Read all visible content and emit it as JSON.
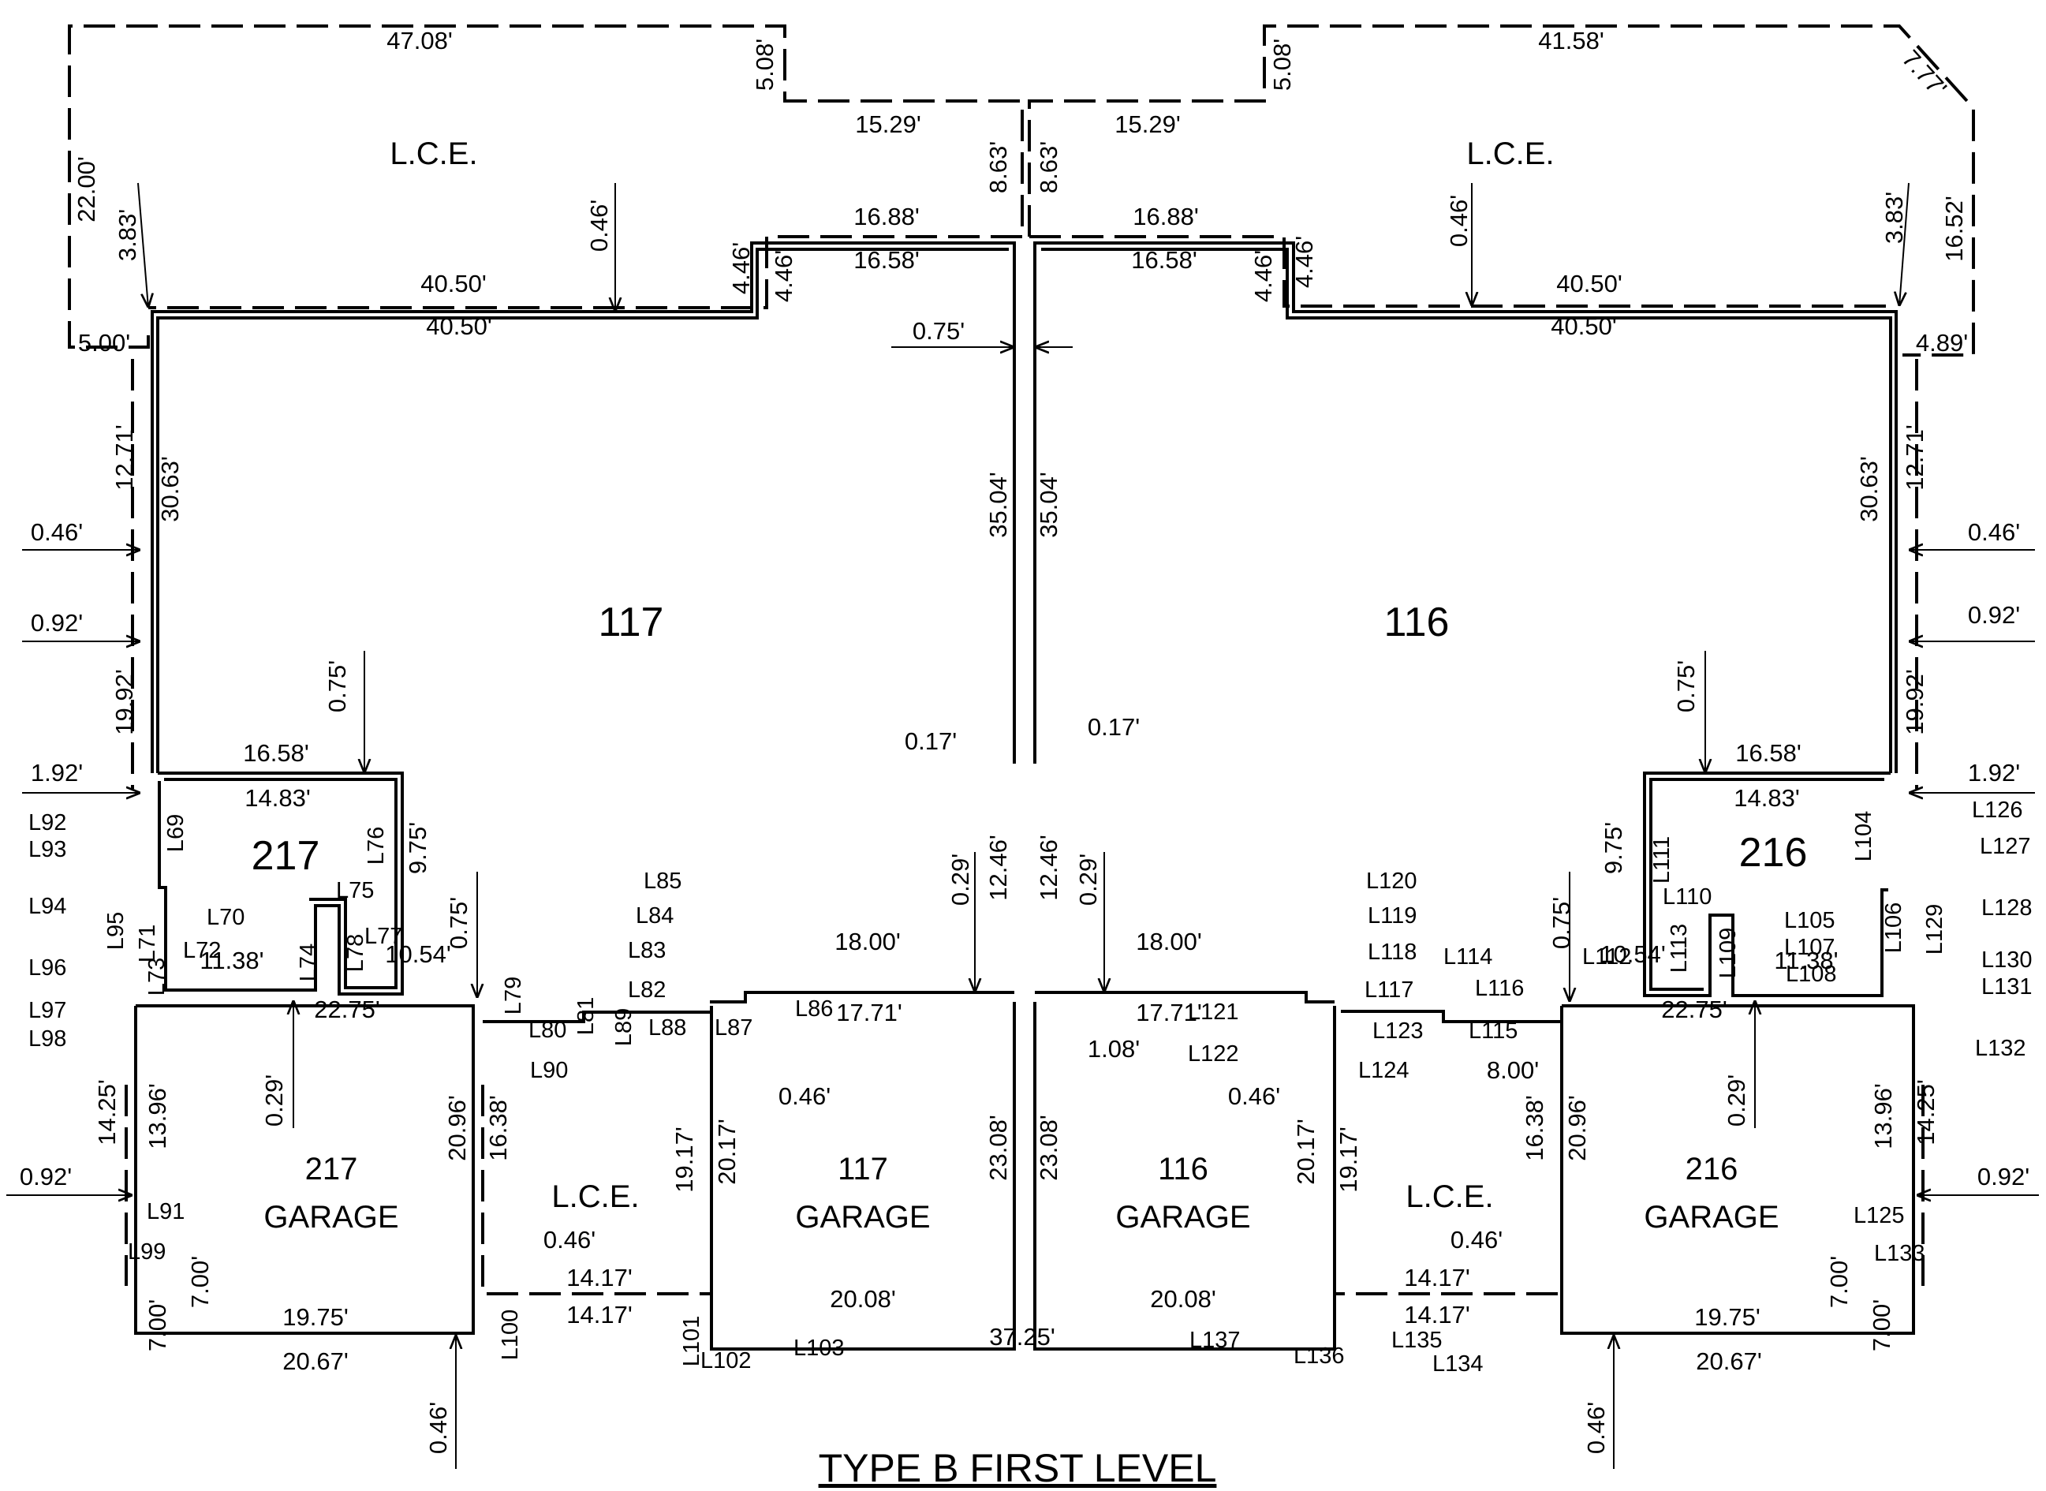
{
  "title": "TYPE B FIRST LEVEL",
  "rooms": {
    "unit_117": "117",
    "unit_116": "116",
    "unit_217": "217",
    "unit_216": "216"
  },
  "garages": {
    "g217_num": "217",
    "g217_word": "GARAGE",
    "g117_num": "117",
    "g117_word": "GARAGE",
    "g116_num": "116",
    "g116_word": "GARAGE",
    "g216_num": "216",
    "g216_word": "GARAGE"
  },
  "lce": {
    "top_left": "L.C.E.",
    "top_right": "L.C.E.",
    "mid_left": "L.C.E.",
    "mid_right": "L.C.E."
  },
  "dims": {
    "d47_08": "47.08'",
    "d5_08_l": "5.08'",
    "d15_29_l": "15.29'",
    "d8_63_l": "8.63'",
    "d8_63_r": "8.63'",
    "d15_29_r": "15.29'",
    "d5_08_r": "5.08'",
    "d41_58": "41.58'",
    "d7_77": "7.77'",
    "d22_00": "22.00'",
    "d3_83_l": "3.83'",
    "d0_46_tl": "0.46'",
    "d16_88_l": "16.88'",
    "d16_58_l": "16.58'",
    "d4_46_l1": "4.46'",
    "d4_46_l2": "4.46'",
    "d40_50_la": "40.50'",
    "d40_50_lb": "40.50'",
    "d5_00": "5.00'",
    "d16_88_r": "16.88'",
    "d16_58_r": "16.58'",
    "d4_46_r1": "4.46'",
    "d4_46_r2": "4.46'",
    "d0_46_tr": "0.46'",
    "d40_50_ra": "40.50'",
    "d40_50_rb": "40.50'",
    "d3_83_r": "3.83'",
    "d16_52": "16.52'",
    "d4_89": "4.89'",
    "d0_75_c": "0.75'",
    "d35_04_l": "35.04'",
    "d35_04_r": "35.04'",
    "d12_71_l": "12.71'",
    "d30_63_l": "30.63'",
    "d0_46_l": "0.46'",
    "d0_92_l": "0.92'",
    "d19_92_l": "19.92'",
    "d12_71_r": "12.71'",
    "d30_63_r": "30.63'",
    "d0_46_r": "0.46'",
    "d0_92_r": "0.92'",
    "d19_92_r": "19.92'",
    "d0_17_l": "0.17'",
    "d0_17_r": "0.17'",
    "d0_75_l": "0.75'",
    "d16_58_ml": "16.58'",
    "d14_83_l": "14.83'",
    "d1_92_l": "1.92'",
    "d9_75_l": "9.75'",
    "d0_75_ml": "0.75'",
    "d0_75_r": "0.75'",
    "d16_58_mr": "16.58'",
    "d14_83_r": "14.83'",
    "d1_92_r": "1.92'",
    "d9_75_r": "9.75'",
    "d0_75_mr": "0.75'",
    "d0_29_la": "0.29'",
    "d12_46_l": "12.46'",
    "d12_46_r": "12.46'",
    "d0_29_ra": "0.29'",
    "d18_00_l": "18.00'",
    "d17_71_l": "17.71'",
    "d18_00_r": "18.00'",
    "d17_71_r": "17.71'",
    "d11_38_l": "11.38'",
    "d10_54_l": "10.54'",
    "d22_75_l": "22.75'",
    "d10_54_r": "10.54'",
    "d11_38_r": "11.38'",
    "d22_75_r": "22.75'",
    "d8_00": "8.00'",
    "d1_08": "1.08'",
    "d0_46_gl": "0.46'",
    "d0_46_gr": "0.46'",
    "d0_29_lb": "0.29'",
    "d0_29_rb": "0.29'",
    "d14_25_l": "14.25'",
    "d13_96_l": "13.96'",
    "d14_25_r": "14.25'",
    "d13_96_r": "13.96'",
    "d0_92_gl": "0.92'",
    "d0_92_gr": "0.92'",
    "d20_96_l": "20.96'",
    "d16_38_l": "16.38'",
    "d16_38_r": "16.38'",
    "d20_96_r": "20.96'",
    "d19_17_l": "19.17'",
    "d20_17_l": "20.17'",
    "d20_17_r": "20.17'",
    "d19_17_r": "19.17'",
    "d23_08_l": "23.08'",
    "d23_08_r": "23.08'",
    "d0_46_lcl": "0.46'",
    "d0_46_lcr": "0.46'",
    "d14_17_la": "14.17'",
    "d14_17_lb": "14.17'",
    "d14_17_ra": "14.17'",
    "d14_17_rb": "14.17'",
    "d20_08_l": "20.08'",
    "d20_08_r": "20.08'",
    "d37_25": "37.25'",
    "d7_00_la": "7.00'",
    "d7_00_lb": "7.00'",
    "d7_00_ra": "7.00'",
    "d7_00_rb": "7.00'",
    "d19_75_l": "19.75'",
    "d20_67_l": "20.67'",
    "d19_75_r": "19.75'",
    "d20_67_r": "20.67'",
    "d0_46_bl": "0.46'",
    "d0_46_br": "0.46'"
  },
  "lines": {
    "L69": "L69",
    "L70": "L70",
    "L71": "L71",
    "L72": "L72",
    "L73": "L73",
    "L74": "L74",
    "L75": "L75",
    "L76": "L76",
    "L77": "L77",
    "L78": "L78",
    "L79": "L79",
    "L80": "L80",
    "L81": "L81",
    "L82": "L82",
    "L83": "L83",
    "L84": "L84",
    "L85": "L85",
    "L86": "L86",
    "L87": "L87",
    "L88": "L88",
    "L89": "L89",
    "L90": "L90",
    "L91": "L91",
    "L92": "L92",
    "L93": "L93",
    "L94": "L94",
    "L95": "L95",
    "L96": "L96",
    "L97": "L97",
    "L98": "L98",
    "L99": "L99",
    "L100": "L100",
    "L101": "L101",
    "L102": "L102",
    "L103": "L103",
    "L104": "L104",
    "L105": "L105",
    "L106": "L106",
    "L107": "L107",
    "L108": "L108",
    "L109": "L109",
    "L110": "L110",
    "L111": "L111",
    "L112": "L112",
    "L113": "L113",
    "L114": "L114",
    "L115": "L115",
    "L116": "L116",
    "L117": "L117",
    "L118": "L118",
    "L119": "L119",
    "L120": "L120",
    "L121": "L121",
    "L122": "L122",
    "L123": "L123",
    "L124": "L124",
    "L125": "L125",
    "L126": "L126",
    "L127": "L127",
    "L128": "L128",
    "L129": "L129",
    "L130": "L130",
    "L131": "L131",
    "L132": "L132",
    "L133": "L133",
    "L134": "L134",
    "L135": "L135",
    "L136": "L136",
    "L137": "L137"
  }
}
